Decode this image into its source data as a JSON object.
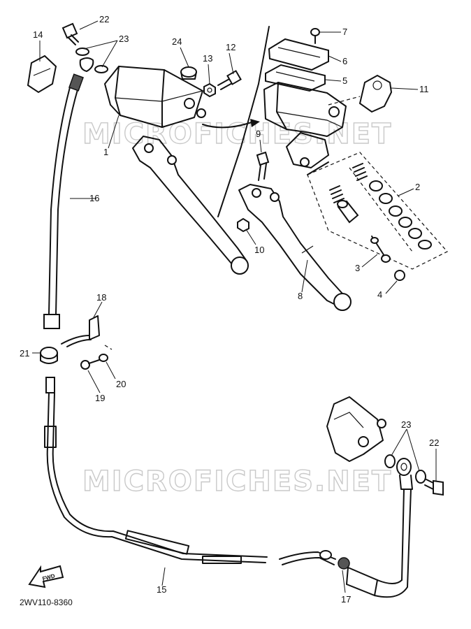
{
  "watermark": {
    "text": "MICROFICHES.NET"
  },
  "diagram_code": "2WV110-8360",
  "fwd_label": "FWD",
  "callouts": {
    "c1": "1",
    "c2": "2",
    "c3": "3",
    "c4": "4",
    "c5": "5",
    "c6": "6",
    "c7": "7",
    "c8": "8",
    "c9": "9",
    "c10": "10",
    "c11": "11",
    "c12": "12",
    "c13": "13",
    "c14": "14",
    "c15": "15",
    "c16": "16",
    "c17": "17",
    "c18": "18",
    "c19": "19",
    "c20": "20",
    "c21": "21",
    "c22_top": "22",
    "c22_bottom": "22",
    "c23_top": "23",
    "c23_bottom": "23",
    "c24": "24"
  }
}
